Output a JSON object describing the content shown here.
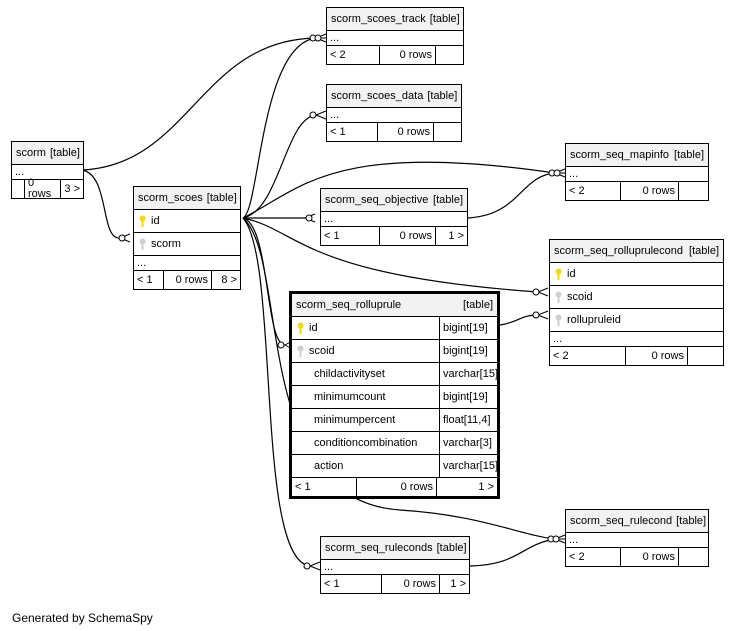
{
  "kind_label": "[table]",
  "ellipsis": "...",
  "tables": {
    "scorm": {
      "name": "scorm",
      "parents": "",
      "rows": "0 rows",
      "children": "3 >"
    },
    "scoes_track": {
      "name": "scorm_scoes_track",
      "parents": "< 2",
      "rows": "0 rows",
      "children": ""
    },
    "scoes_data": {
      "name": "scorm_scoes_data",
      "parents": "< 1",
      "rows": "0 rows",
      "children": ""
    },
    "scoes": {
      "name": "scorm_scoes",
      "parents": "< 1",
      "rows": "0 rows",
      "children": "8 >",
      "columns": [
        {
          "name": "id",
          "icon": "primary-key"
        },
        {
          "name": "scorm",
          "icon": "foreign-key"
        }
      ]
    },
    "mapinfo": {
      "name": "scorm_seq_mapinfo",
      "parents": "< 2",
      "rows": "0 rows",
      "children": ""
    },
    "objective": {
      "name": "scorm_seq_objective",
      "parents": "< 1",
      "rows": "0 rows",
      "children": "1 >"
    },
    "rolluprulecond": {
      "name": "scorm_seq_rolluprulecond",
      "parents": "< 2",
      "rows": "0 rows",
      "children": "",
      "columns": [
        {
          "name": "id",
          "icon": "primary-key"
        },
        {
          "name": "scoid",
          "icon": "foreign-key"
        },
        {
          "name": "rollupruleid",
          "icon": "foreign-key"
        }
      ]
    },
    "rolluprule": {
      "name": "scorm_seq_rolluprule",
      "parents": "< 1",
      "rows": "0 rows",
      "children": "1 >",
      "columns": [
        {
          "name": "id",
          "type": "bigint[19]",
          "icon": "primary-key"
        },
        {
          "name": "scoid",
          "type": "bigint[19]",
          "icon": "foreign-key"
        },
        {
          "name": "childactivityset",
          "type": "varchar[15]",
          "icon": ""
        },
        {
          "name": "minimumcount",
          "type": "bigint[19]",
          "icon": ""
        },
        {
          "name": "minimumpercent",
          "type": "float[11,4]",
          "icon": ""
        },
        {
          "name": "conditioncombination",
          "type": "varchar[3]",
          "icon": ""
        },
        {
          "name": "action",
          "type": "varchar[15]",
          "icon": ""
        }
      ]
    },
    "rulecond": {
      "name": "scorm_seq_rulecond",
      "parents": "< 2",
      "rows": "0 rows",
      "children": ""
    },
    "ruleconds": {
      "name": "scorm_seq_ruleconds",
      "parents": "< 1",
      "rows": "0 rows",
      "children": "1 >"
    }
  },
  "footer": "Generated by SchemaSpy",
  "colors": {
    "header_bg": "#f2f2f2",
    "primary_key": "#f5d800",
    "foreign_key": "#cfcfcf",
    "line": "#000000"
  }
}
